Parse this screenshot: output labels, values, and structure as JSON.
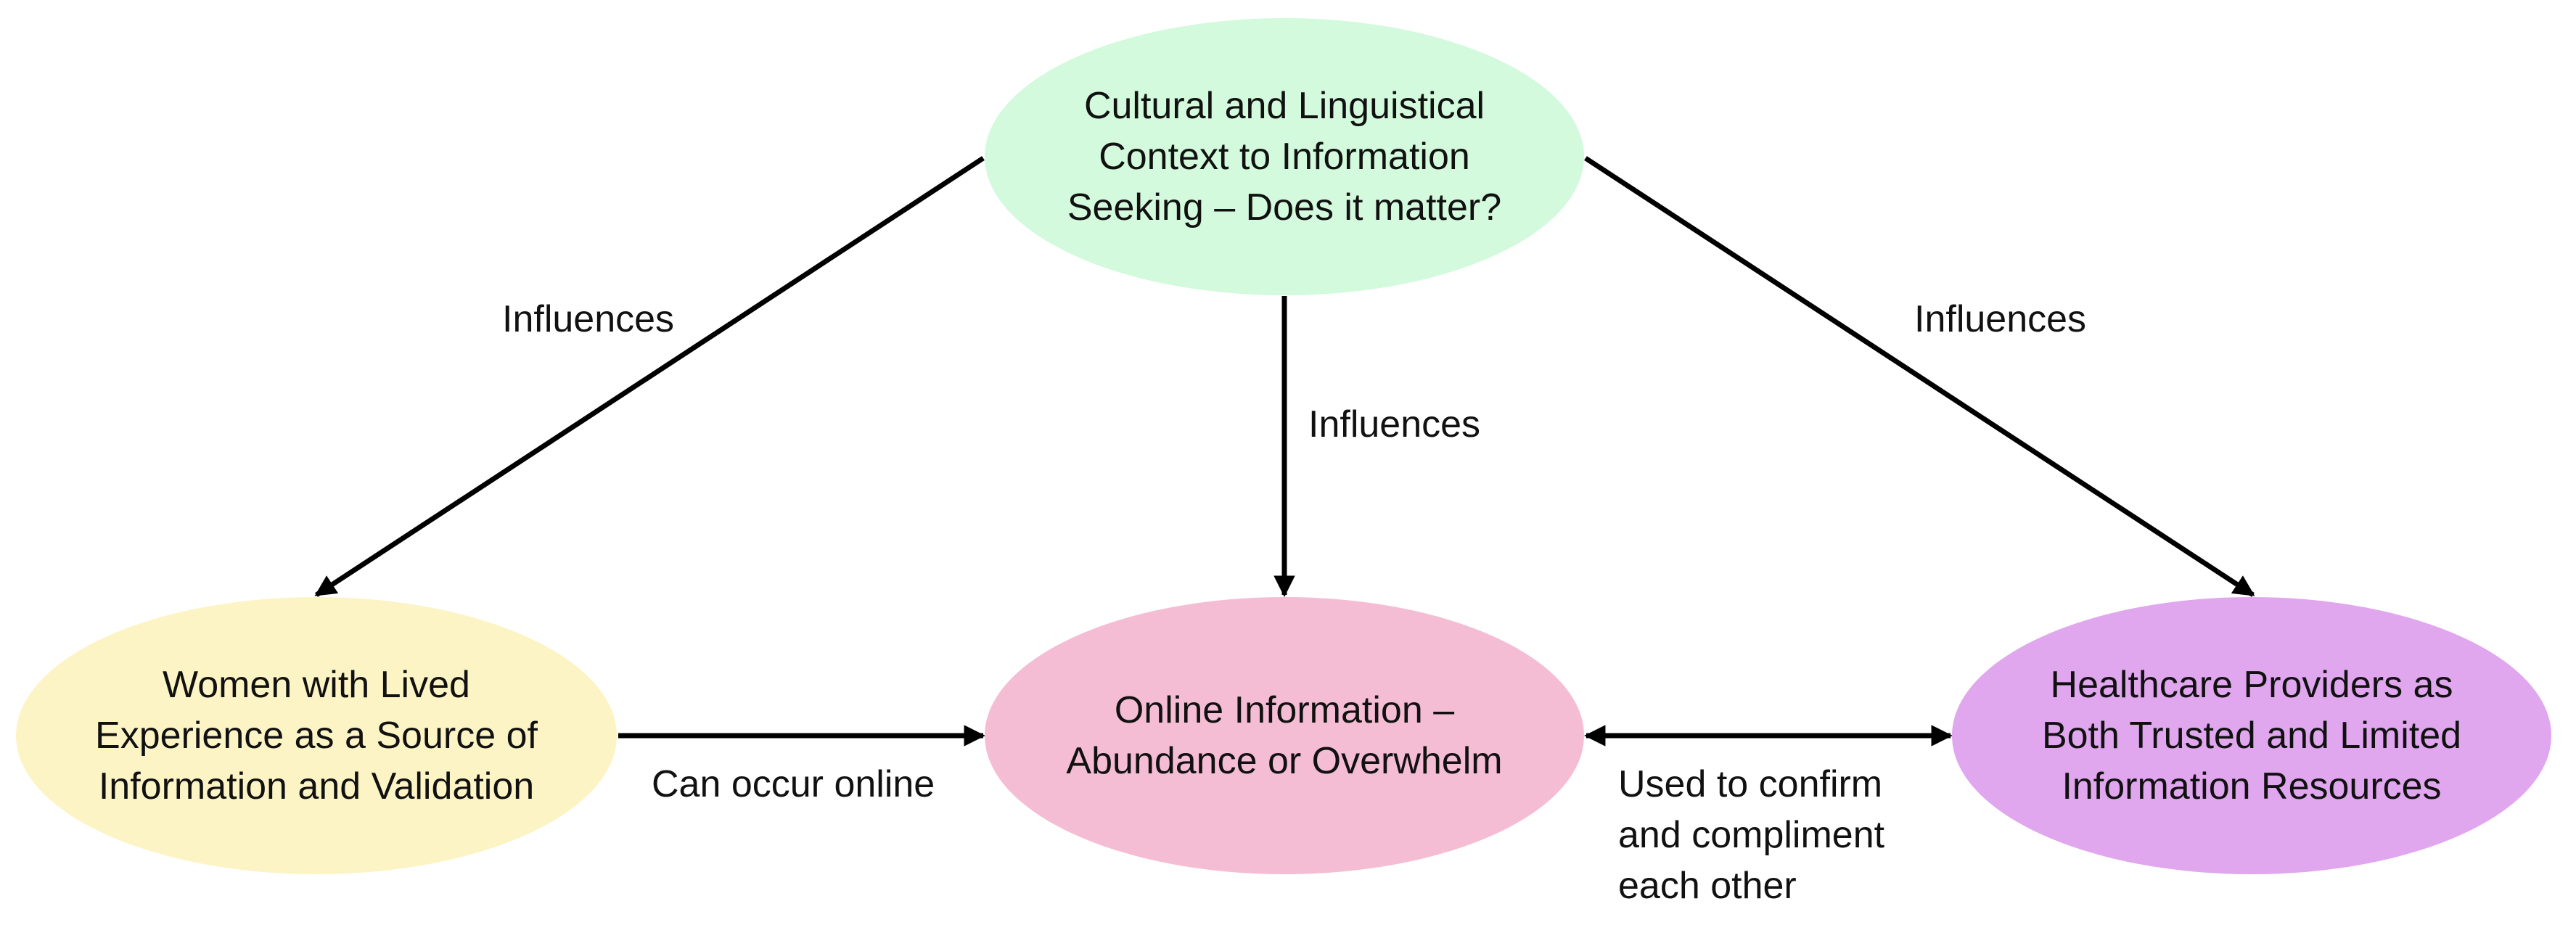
{
  "colors": {
    "top_node": "#d3fadc",
    "left_node": "#fdf4c5",
    "center_node": "#f5bdd3",
    "right_node": "#e0a6ee",
    "arrow": "#000000"
  },
  "nodes": {
    "top": "Cultural and Linguistical Context to Information Seeking – Does it matter?",
    "left": "Women with Lived Experience as a Source of Information and Validation",
    "center": "Online Information – Abundance or Overwhelm",
    "right": "Healthcare Providers as Both Trusted and Limited Information Resources"
  },
  "edges": {
    "top_to_left": "Influences",
    "top_to_center": "Influences",
    "top_to_right": "Influences",
    "left_to_center": "Can occur online",
    "center_right": "Used to confirm\nand compliment\neach other"
  }
}
